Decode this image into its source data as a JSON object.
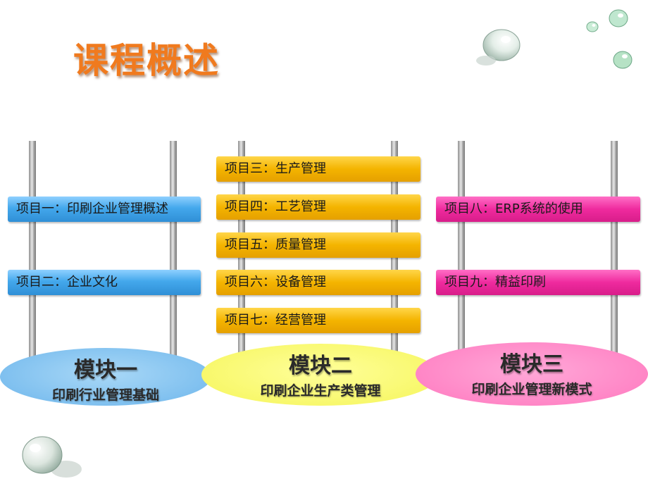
{
  "title": "课程概述",
  "modules": [
    {
      "name": "模块一",
      "subtitle": "印刷行业管理基础",
      "projects": [
        "项目一：印刷企业管理概述",
        "项目二：企业文化"
      ]
    },
    {
      "name": "模块二",
      "subtitle": "印刷企业生产类管理",
      "projects": [
        "项目三：生产管理",
        "项目四：工艺管理",
        "项目五：质量管理",
        "项目六：设备管理",
        "项目七：经营管理"
      ]
    },
    {
      "name": "模块三",
      "subtitle": "印刷企业管理新模式",
      "projects": [
        "项目八：ERP系统的使用",
        "项目九：精益印刷"
      ]
    }
  ],
  "colors": {
    "title": "#f07a1e",
    "module1_bar": "#3d9fe6",
    "module2_bar": "#f4b400",
    "module3_bar": "#ec2a9a",
    "module1_ellipse": "#8cc8f2",
    "module2_ellipse": "#fafa70",
    "module3_ellipse": "#ff88c8"
  },
  "icons": [
    "water-drop-icon",
    "water-drop-icon",
    "water-drop-icon",
    "water-drop-icon"
  ]
}
